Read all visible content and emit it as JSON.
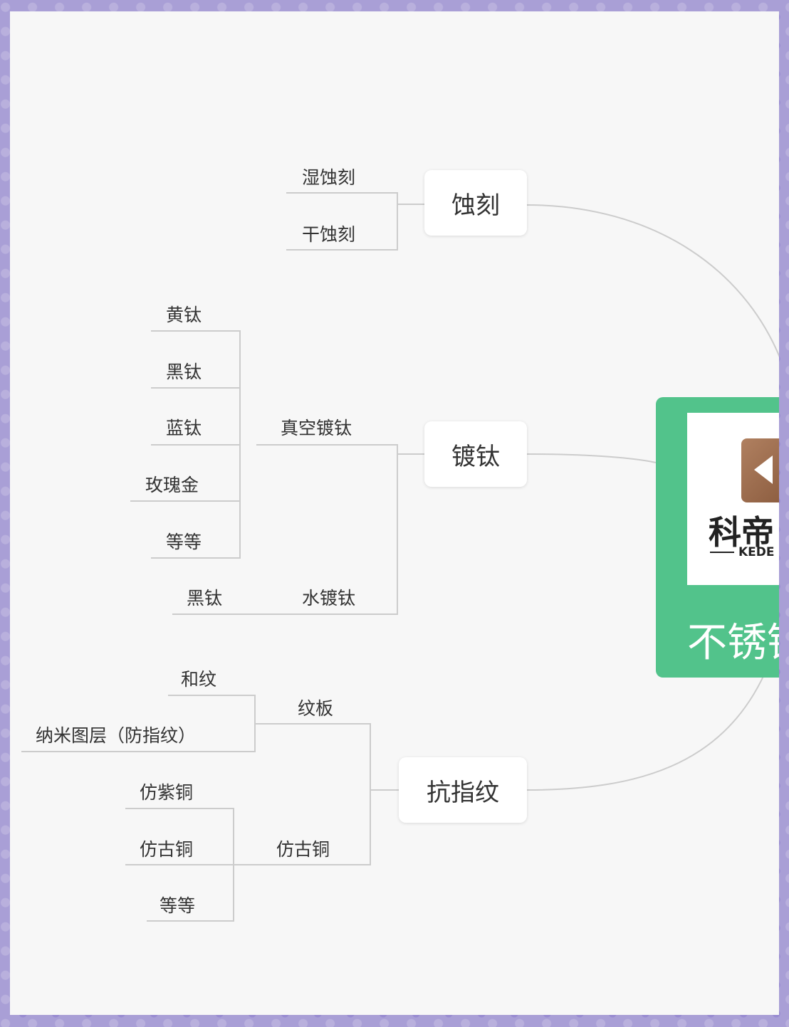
{
  "center": {
    "logo_cn": "科帝",
    "logo_en": "KEDE",
    "title": "不锈钢"
  },
  "branches": {
    "etching": {
      "label": "蚀刻",
      "children": [
        "湿蚀刻",
        "干蚀刻"
      ]
    },
    "titanium": {
      "label": "镀钛",
      "vacuum": {
        "label": "真空镀钛",
        "children": [
          "黄钛",
          "黑钛",
          "蓝钛",
          "玫瑰金",
          "等等"
        ]
      },
      "water": {
        "label": "水镀钛",
        "children": [
          "黑钛"
        ]
      }
    },
    "antifinger": {
      "label": "抗指纹",
      "pattern_board": {
        "label": "纹板",
        "children": [
          "和纹",
          "纳米图层（防指纹）"
        ]
      },
      "antique_copper": {
        "label": "仿古铜",
        "children": [
          "仿紫铜",
          "仿古铜",
          "等等"
        ]
      }
    }
  },
  "colors": {
    "center_fill": "#52c38b",
    "connector": "#cccccc",
    "background": "#f7f7f7",
    "frame": "#a99fd6"
  }
}
